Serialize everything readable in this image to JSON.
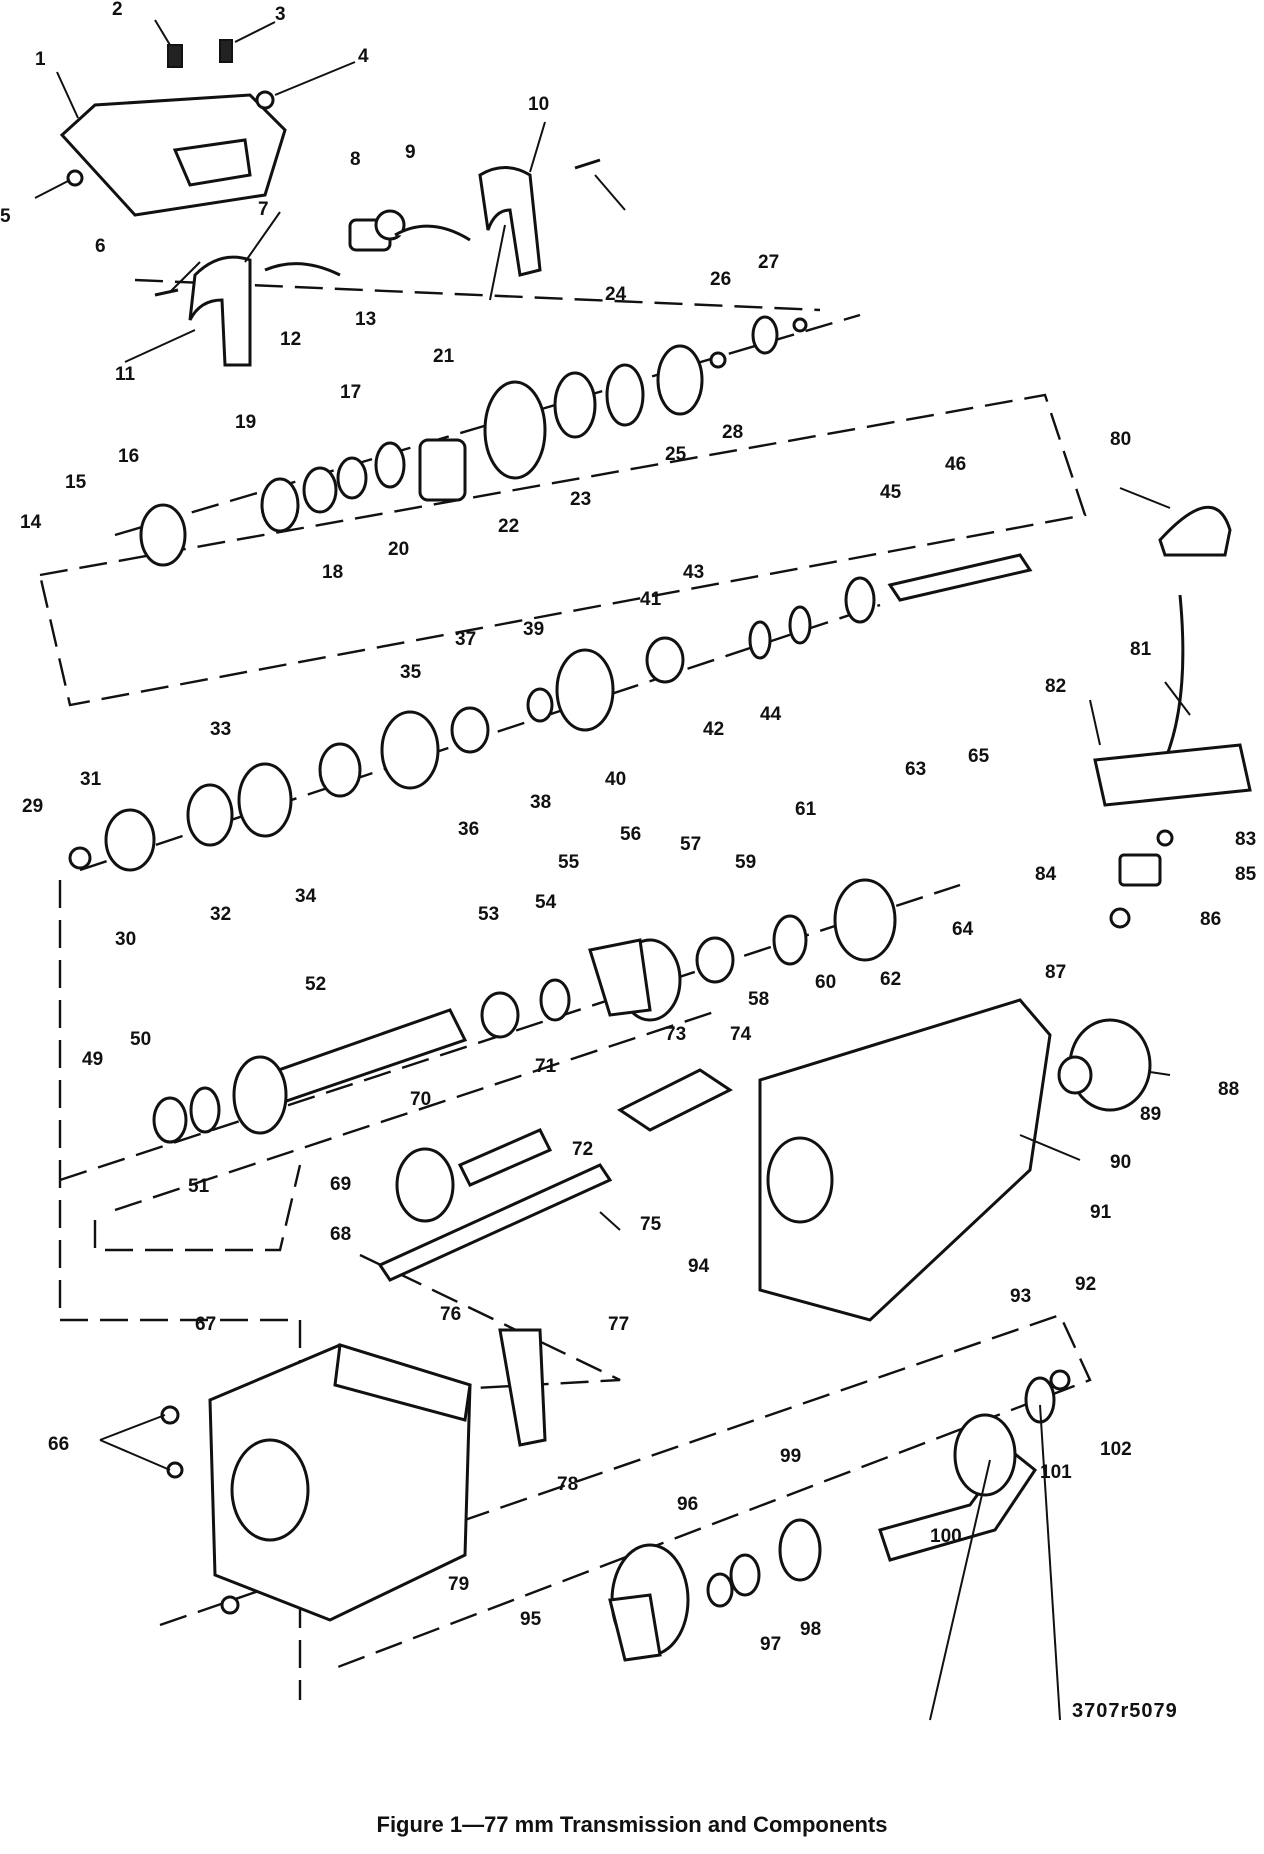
{
  "figure": {
    "reference_code": "3707r5079",
    "caption": "Figure 1—77 mm Transmission and Components"
  },
  "callouts": [
    "1",
    "2",
    "3",
    "4",
    "5",
    "6",
    "7",
    "8",
    "9",
    "10",
    "11",
    "12",
    "13",
    "14",
    "15",
    "16",
    "17",
    "18",
    "19",
    "20",
    "21",
    "22",
    "23",
    "24",
    "25",
    "26",
    "27",
    "28",
    "29",
    "30",
    "31",
    "32",
    "33",
    "34",
    "35",
    "36",
    "37",
    "38",
    "39",
    "40",
    "41",
    "42",
    "43",
    "44",
    "45",
    "46",
    "50",
    "49",
    "51",
    "52",
    "53",
    "54",
    "55",
    "56",
    "57",
    "58",
    "59",
    "60",
    "61",
    "62",
    "63",
    "64",
    "65",
    "66",
    "67",
    "68",
    "69",
    "70",
    "71",
    "72",
    "73",
    "74",
    "75",
    "76",
    "77",
    "78",
    "79",
    "80",
    "81",
    "82",
    "83",
    "84",
    "85",
    "86",
    "87",
    "88",
    "89",
    "90",
    "91",
    "92",
    "93",
    "94",
    "95",
    "96",
    "97",
    "98",
    "99",
    "100",
    "101",
    "102"
  ]
}
